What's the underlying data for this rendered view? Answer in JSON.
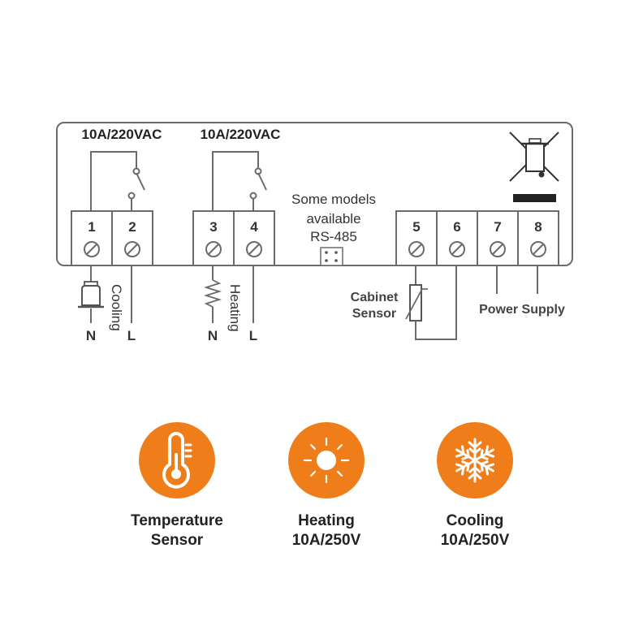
{
  "relay_ratings": {
    "left": "10A/220VAC",
    "right": "10A/220VAC"
  },
  "terminals": [
    "1",
    "2",
    "3",
    "4",
    "5",
    "6",
    "7",
    "8"
  ],
  "rs485_note": {
    "line1": "Some models",
    "line2": "available",
    "line3": "RS-485"
  },
  "cooling_circuit": {
    "label": "Cooling",
    "n": "N",
    "l": "L"
  },
  "heating_circuit": {
    "label": "Heating",
    "n": "N",
    "l": "L"
  },
  "sensor_label": {
    "line1": "Cabinet",
    "line2": "Sensor"
  },
  "power_label": "Power Supply",
  "features": [
    {
      "icon": "thermometer-icon",
      "line1": "Temperature",
      "line2": "Sensor"
    },
    {
      "icon": "sun-icon",
      "line1": "Heating",
      "line2": "10A/250V"
    },
    {
      "icon": "snowflake-icon",
      "line1": "Cooling",
      "line2": "10A/250V"
    }
  ],
  "colors": {
    "accent": "#ef7d1a",
    "line": "#6b6b6b",
    "text": "#222222"
  }
}
